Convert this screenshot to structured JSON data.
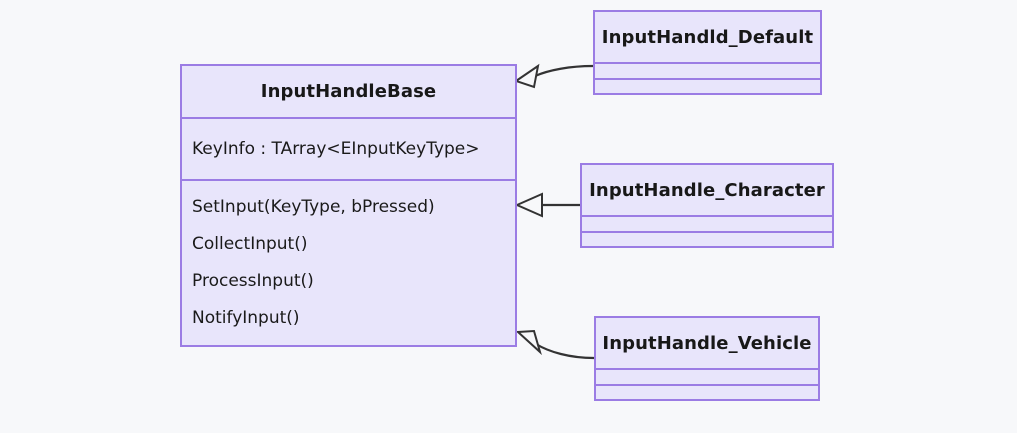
{
  "diagram": {
    "kind": "uml-class-diagram",
    "background_color": "#f7f8fa",
    "box_fill_color": "#e8e5fb",
    "box_border_color": "#9b7ce4",
    "edge_color": "#333333",
    "text_color": "#181818",
    "classes": {
      "base": {
        "name": "InputHandleBase",
        "attributes": [
          "KeyInfo : TArray<EInputKeyType>"
        ],
        "operations": [
          "SetInput(KeyType, bPressed)",
          "CollectInput()",
          "ProcessInput()",
          "NotifyInput()"
        ]
      },
      "default": {
        "name": "InputHandld_Default",
        "attributes": [],
        "operations": []
      },
      "character": {
        "name": "InputHandle_Character",
        "attributes": [],
        "operations": []
      },
      "vehicle": {
        "name": "InputHandle_Vehicle",
        "attributes": [],
        "operations": []
      }
    },
    "relationships": [
      {
        "id": "generalization-default",
        "type": "generalization",
        "from": "InputHandld_Default",
        "to": "InputHandleBase",
        "arrowhead": "hollow-triangle",
        "line": "curved"
      },
      {
        "id": "generalization-character",
        "type": "generalization",
        "from": "InputHandle_Character",
        "to": "InputHandleBase",
        "arrowhead": "hollow-triangle",
        "line": "straight"
      },
      {
        "id": "generalization-vehicle",
        "type": "generalization",
        "from": "InputHandle_Vehicle",
        "to": "InputHandleBase",
        "arrowhead": "hollow-triangle",
        "line": "curved"
      }
    ]
  }
}
